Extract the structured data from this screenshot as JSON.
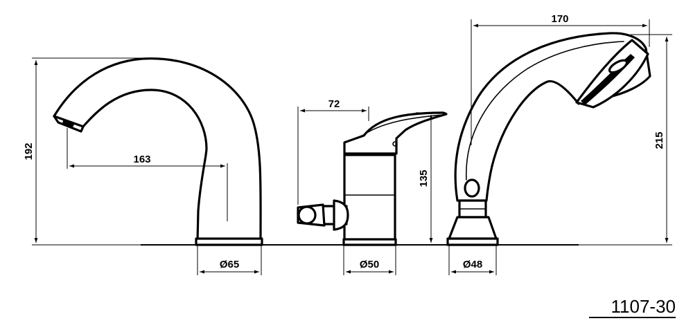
{
  "model_number": "1107-30",
  "dimensions": {
    "spout_height": "192",
    "spout_reach": "163",
    "spout_base_diameter": "Ø65",
    "mixer_depth": "72",
    "mixer_height": "135",
    "mixer_base_diameter": "Ø50",
    "shower_length": "170",
    "shower_height": "215",
    "shower_base_diameter": "Ø48"
  }
}
